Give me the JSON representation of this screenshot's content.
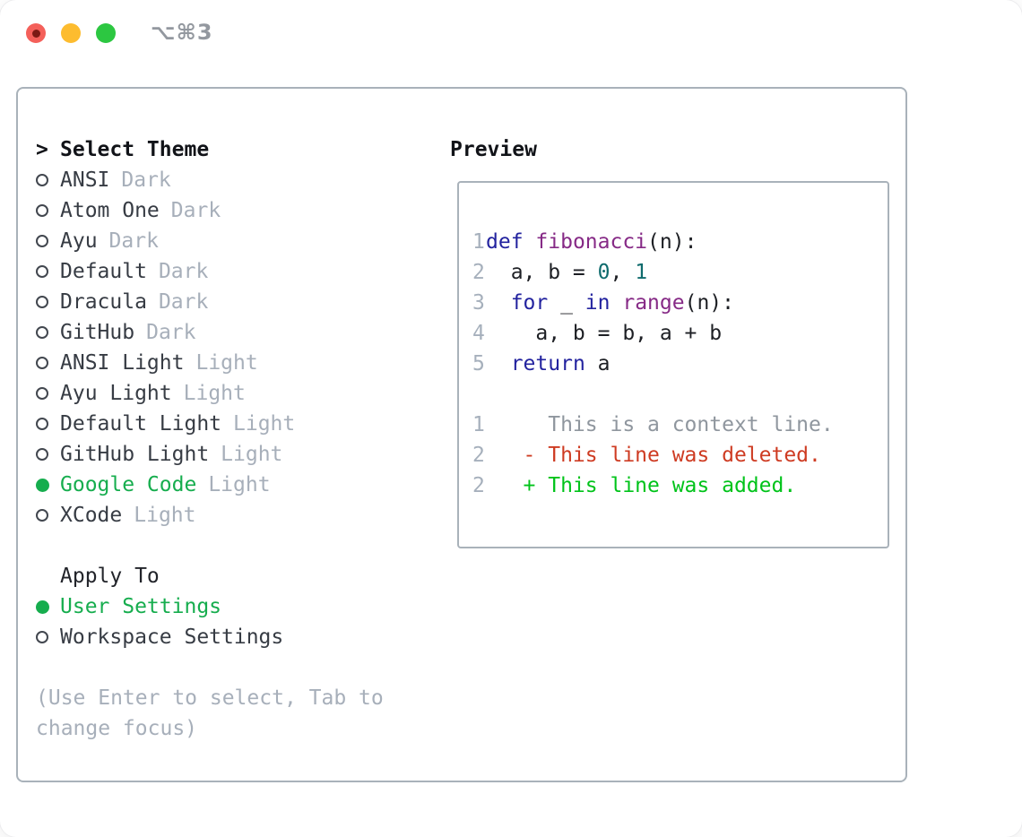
{
  "window": {
    "title": "⌥⌘3",
    "traffic_buttons": [
      {
        "name": "close",
        "has_inner_dot": true
      },
      {
        "name": "minimize",
        "has_inner_dot": false
      },
      {
        "name": "zoom",
        "has_inner_dot": false
      }
    ]
  },
  "theme_panel": {
    "header_marker": ">",
    "header": "Select Theme",
    "items": [
      {
        "name": "ANSI",
        "variant": "Dark",
        "selected": false
      },
      {
        "name": "Atom One",
        "variant": "Dark",
        "selected": false
      },
      {
        "name": "Ayu",
        "variant": "Dark",
        "selected": false
      },
      {
        "name": "Default",
        "variant": "Dark",
        "selected": false
      },
      {
        "name": "Dracula",
        "variant": "Dark",
        "selected": false
      },
      {
        "name": "GitHub",
        "variant": "Dark",
        "selected": false
      },
      {
        "name": "ANSI Light",
        "variant": "Light",
        "selected": false
      },
      {
        "name": "Ayu Light",
        "variant": "Light",
        "selected": false
      },
      {
        "name": "Default Light",
        "variant": "Light",
        "selected": false
      },
      {
        "name": "GitHub Light",
        "variant": "Light",
        "selected": false
      },
      {
        "name": "Google Code",
        "variant": "Light",
        "selected": true
      },
      {
        "name": "XCode",
        "variant": "Light",
        "selected": false
      }
    ],
    "apply_to": {
      "header": "Apply To",
      "options": [
        {
          "label": "User Settings",
          "selected": true
        },
        {
          "label": "Workspace Settings",
          "selected": false
        }
      ]
    },
    "help_lines": [
      "(Use Enter to select, Tab to",
      "change focus)"
    ]
  },
  "preview": {
    "header": "Preview",
    "code_lines": [
      {
        "ln": "1",
        "tokens": [
          {
            "c": "kw",
            "t": "def"
          },
          {
            "c": "pl",
            "t": " "
          },
          {
            "c": "fn",
            "t": "fibonacci"
          },
          {
            "c": "pl",
            "t": "(n):"
          }
        ]
      },
      {
        "ln": "2",
        "tokens": [
          {
            "c": "pl",
            "t": "  a, b = "
          },
          {
            "c": "num",
            "t": "0"
          },
          {
            "c": "pl",
            "t": ", "
          },
          {
            "c": "num",
            "t": "1"
          }
        ]
      },
      {
        "ln": "3",
        "tokens": [
          {
            "c": "pl",
            "t": "  "
          },
          {
            "c": "kw",
            "t": "for"
          },
          {
            "c": "pl",
            "t": " _ "
          },
          {
            "c": "kw",
            "t": "in"
          },
          {
            "c": "pl",
            "t": " "
          },
          {
            "c": "fn",
            "t": "range"
          },
          {
            "c": "pl",
            "t": "(n):"
          }
        ]
      },
      {
        "ln": "4",
        "tokens": [
          {
            "c": "pl",
            "t": "    a, b = b, a + b"
          }
        ]
      },
      {
        "ln": "5",
        "tokens": [
          {
            "c": "pl",
            "t": "  "
          },
          {
            "c": "kw",
            "t": "return"
          },
          {
            "c": "pl",
            "t": " a"
          }
        ]
      },
      {
        "ln": "",
        "tokens": []
      },
      {
        "ln": "1",
        "tokens": [
          {
            "c": "ctx",
            "t": "     This is a context line."
          }
        ]
      },
      {
        "ln": "2",
        "tokens": [
          {
            "c": "pl",
            "t": "   "
          },
          {
            "c": "del",
            "t": "- This line was deleted."
          }
        ]
      },
      {
        "ln": "2",
        "tokens": [
          {
            "c": "pl",
            "t": "   "
          },
          {
            "c": "add",
            "t": "+ This line was added."
          }
        ]
      }
    ]
  },
  "colors": {
    "border": "#a9b2ba",
    "text": "#373c44",
    "heading": "#111318",
    "muted": "#a7afba",
    "selected_green": "#16ad4e",
    "traffic_red": "#f4605a",
    "traffic_red_dot": "#7c1a14",
    "traffic_yellow": "#fdbc2f",
    "traffic_green": "#2cc741",
    "title_gray": "#93989f",
    "code_text": "#1d1f24",
    "keyword": "#23239f",
    "function": "#862a86",
    "number": "#0f6b6d",
    "line_number": "#a6b0bc",
    "context": "#8f969e",
    "deleted": "#ce3b22",
    "added": "#00c31a"
  }
}
